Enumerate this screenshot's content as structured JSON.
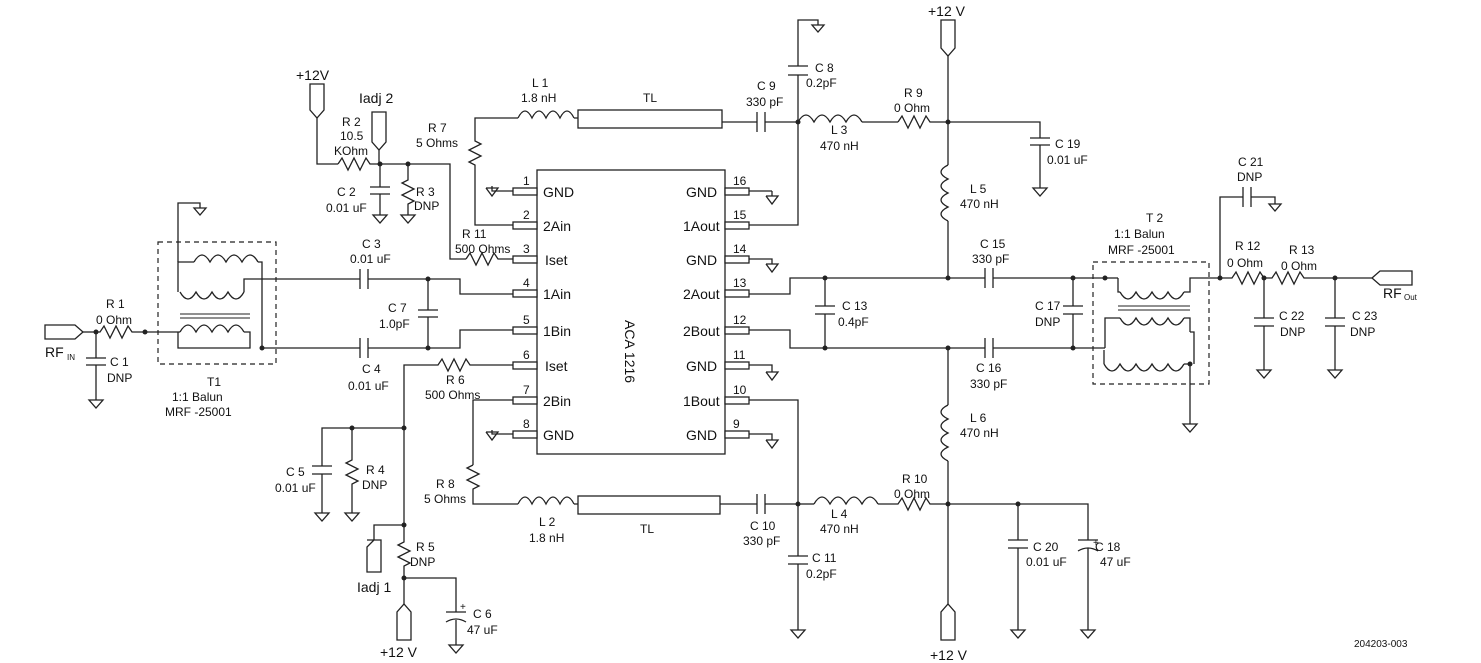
{
  "ic": {
    "name": "ACA 1216"
  },
  "pins": {
    "p1": {
      "num": "1",
      "label": "GND"
    },
    "p2": {
      "num": "2",
      "label": "2Ain"
    },
    "p3": {
      "num": "3",
      "label": "Iset"
    },
    "p4": {
      "num": "4",
      "label": "1Ain"
    },
    "p5": {
      "num": "5",
      "label": "1Bin"
    },
    "p6": {
      "num": "6",
      "label": "Iset"
    },
    "p7": {
      "num": "7",
      "label": "2Bin"
    },
    "p8": {
      "num": "8",
      "label": "GND"
    },
    "p9": {
      "num": "9",
      "label": "GND"
    },
    "p10": {
      "num": "10",
      "label": "1Bout"
    },
    "p11": {
      "num": "11",
      "label": "GND"
    },
    "p12": {
      "num": "12",
      "label": "2Bout"
    },
    "p13": {
      "num": "13",
      "label": "2Aout"
    },
    "p14": {
      "num": "14",
      "label": "GND"
    },
    "p15": {
      "num": "15",
      "label": "1Aout"
    },
    "p16": {
      "num": "16",
      "label": "GND"
    }
  },
  "components": {
    "r1": {
      "ref": "R 1",
      "val": "0 Ohm"
    },
    "r2": {
      "ref": "R 2",
      "val": "10.5",
      "val2": "KOhm"
    },
    "r3": {
      "ref": "R 3",
      "val": "DNP"
    },
    "r4": {
      "ref": "R 4",
      "val": "DNP"
    },
    "r5": {
      "ref": "R 5",
      "val": "DNP"
    },
    "r6": {
      "ref": "R 6",
      "val": "500  Ohms"
    },
    "r7": {
      "ref": "R 7",
      "val": "5 Ohms"
    },
    "r8": {
      "ref": "R 8",
      "val": "5 Ohms"
    },
    "r9": {
      "ref": "R 9",
      "val": "0 Ohm"
    },
    "r10": {
      "ref": "R 10",
      "val": "0 Ohm"
    },
    "r11": {
      "ref": "R 11",
      "val": "500  Ohms"
    },
    "r12": {
      "ref": "R 12",
      "val": "0 Ohm"
    },
    "r13": {
      "ref": "R 13",
      "val": "0 Ohm"
    },
    "c1": {
      "ref": "C 1",
      "val": "DNP"
    },
    "c2": {
      "ref": "C 2",
      "val": "0.01 uF"
    },
    "c3": {
      "ref": "C 3",
      "val": "0.01 uF"
    },
    "c4": {
      "ref": "C 4",
      "val": "0.01 uF"
    },
    "c5": {
      "ref": "C 5",
      "val": "0.01 uF"
    },
    "c6": {
      "ref": "C 6",
      "val": "47 uF"
    },
    "c7": {
      "ref": "C 7",
      "val": "1.0pF"
    },
    "c8": {
      "ref": "C 8",
      "val": "0.2pF"
    },
    "c9": {
      "ref": "C 9",
      "val": "330 pF"
    },
    "c10": {
      "ref": "C 10",
      "val": "330 pF"
    },
    "c11": {
      "ref": "C 11",
      "val": "0.2pF"
    },
    "c13": {
      "ref": "C 13",
      "val": "0.4pF"
    },
    "c15": {
      "ref": "C 15",
      "val": "330 pF"
    },
    "c16": {
      "ref": "C 16",
      "val": "330 pF"
    },
    "c17": {
      "ref": "C 17",
      "val": "DNP"
    },
    "c18": {
      "ref": "C 18",
      "val": "47 uF"
    },
    "c19": {
      "ref": "C 19",
      "val": "0.01 uF"
    },
    "c20": {
      "ref": "C 20",
      "val": "0.01 uF"
    },
    "c21": {
      "ref": "C 21",
      "val": "DNP"
    },
    "c22": {
      "ref": "C 22",
      "val": "DNP"
    },
    "c23": {
      "ref": "C 23",
      "val": "DNP"
    },
    "l1": {
      "ref": "L 1",
      "val": "1.8 nH"
    },
    "l2": {
      "ref": "L 2",
      "val": "1.8 nH"
    },
    "l3": {
      "ref": "L 3",
      "val": "470 nH"
    },
    "l4": {
      "ref": "L 4",
      "val": "470 nH"
    },
    "l5": {
      "ref": "L 5",
      "val": "470 nH"
    },
    "l6": {
      "ref": "L 6",
      "val": "470 nH"
    },
    "tl1": {
      "ref": "TL"
    },
    "tl2": {
      "ref": "TL"
    },
    "t1": {
      "ref": "T1",
      "line1": "1:1 Balun",
      "line2": "MRF  -25001"
    },
    "t2": {
      "ref": "T 2",
      "line1": "1:1 Balun",
      "line2": "MRF  -25001"
    }
  },
  "ports": {
    "rf_in": {
      "label": "RF",
      "sub": "IN"
    },
    "rf_out": {
      "label": "RF",
      "sub": "Out"
    },
    "iadj1": "Iadj 1",
    "iadj2": "Iadj 2",
    "vcc": "+12V",
    "vcc_a": "+12 V",
    "vcc_b": "+12 V"
  },
  "drawing_number": "204203-003"
}
